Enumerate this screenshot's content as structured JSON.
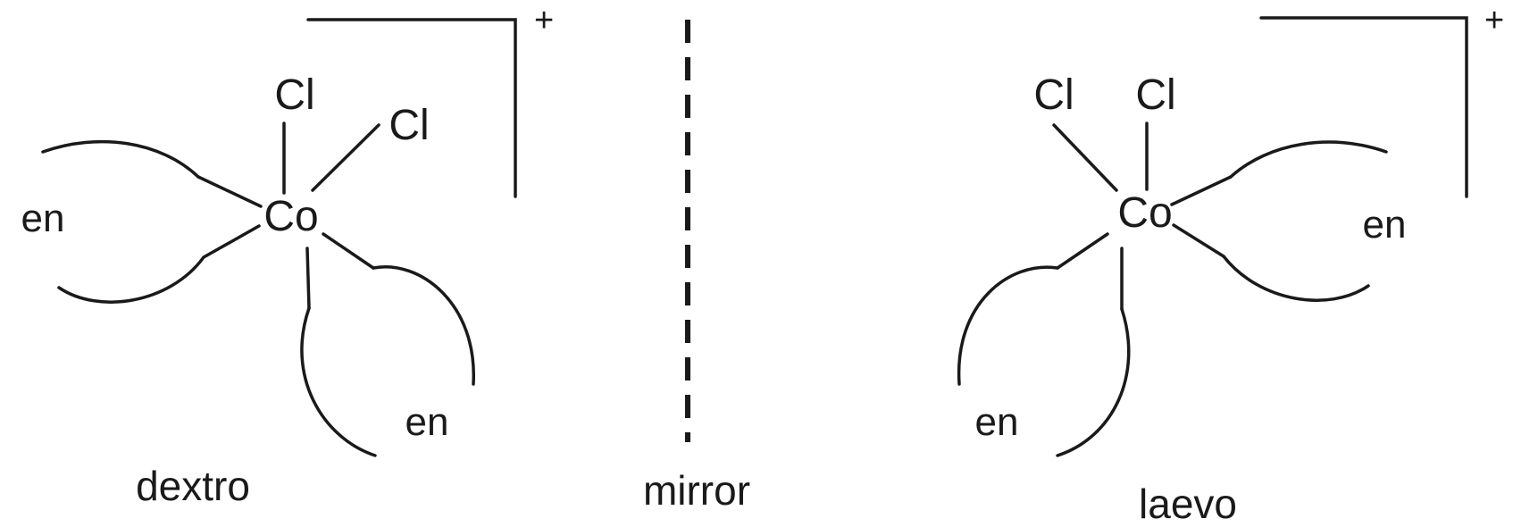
{
  "dextro": {
    "metal": "Co",
    "chloride_1": "Cl",
    "chloride_2": "Cl",
    "ligand_left": "en",
    "ligand_bottom": "en",
    "charge": "+",
    "caption": "dextro"
  },
  "mirror": {
    "caption": "mirror"
  },
  "laevo": {
    "metal": "Co",
    "chloride_1": "Cl",
    "chloride_2": "Cl",
    "ligand_right": "en",
    "ligand_bottom": "en",
    "charge": "+",
    "caption": "laevo"
  },
  "colors": {
    "ink": "#1a1a1a",
    "background": "#ffffff"
  }
}
